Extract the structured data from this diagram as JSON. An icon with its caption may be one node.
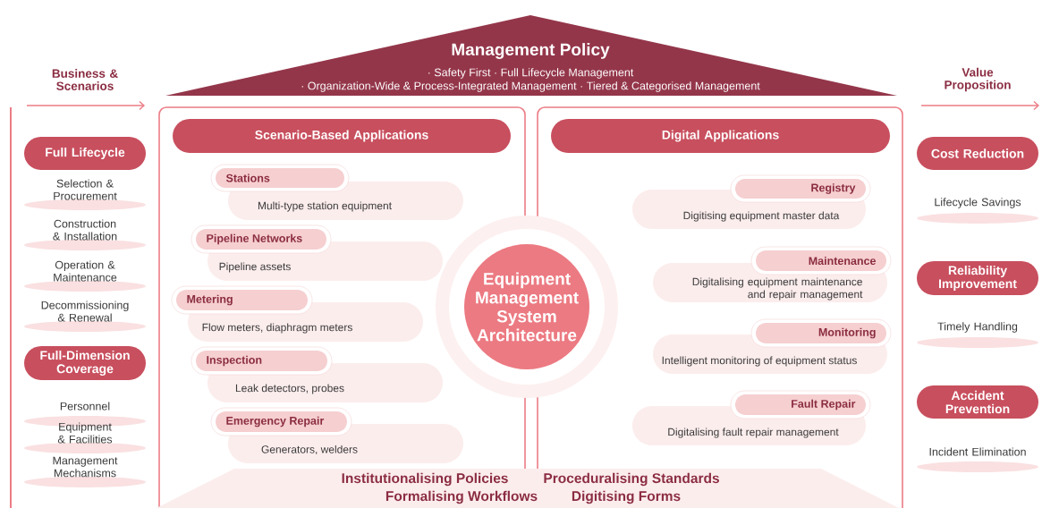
{
  "diagram": {
    "nodes": [
      {
        "text": [
          "Management Policy",
          "· Safety First · Full Lifecycle Management",
          "· Organization-Wide & Process-Integrated Management · Tiered & Categorised Management"
        ]
      },
      {
        "text": [
          "Full Lifecycle"
        ]
      },
      {
        "text": [
          "Full-Dimension Coverage"
        ]
      },
      {
        "text": [
          "Scenario-Based Applications"
        ]
      },
      {
        "text": [
          "Stations",
          "Multi-type station equipment"
        ]
      },
      {
        "text": [
          "Pipeline Networks",
          "Pipeline assets"
        ]
      },
      {
        "text": [
          "Metering",
          "Flow meters, diaphragm meters"
        ]
      },
      {
        "text": [
          "Inspection",
          "Leak detectors, probes"
        ]
      },
      {
        "text": [
          "Emergency Repair",
          "Generators, welders"
        ]
      },
      {
        "text": [
          "Equipment Management System Architecture"
        ]
      },
      {
        "text": [
          "Digital Applications"
        ]
      },
      {
        "text": [
          "Registry",
          "Digitising equipment master data"
        ]
      },
      {
        "text": [
          "Maintenance",
          "Digitalising equipment maintenance and repair management"
        ]
      },
      {
        "text": [
          "Monitoring",
          "Intelligent monitoring of equipment status"
        ]
      },
      {
        "text": [
          "Fault Repair",
          "Digitalising fault repair management"
        ]
      },
      {
        "text": [
          "Cost Reduction"
        ]
      },
      {
        "text": [
          "Reliability Improvement"
        ]
      },
      {
        "text": [
          "Accident Prevention"
        ]
      },
      {
        "text": [
          "Institutionalising Policies",
          "Proceduralising Standards",
          "Formalising Workflows",
          "Digitising Forms"
        ]
      }
    ],
    "labels": [
      "Business & Scenarios",
      "Value Proposition",
      "Selection & Procurement",
      "Construction & Installation",
      "Operation & Maintenance",
      "Decommissioning & Renewal",
      "Personnel",
      "Equipment & Facilities",
      "Management Mechanisms",
      "Lifecycle Savings",
      "Timely Handling",
      "Incident Elimination"
    ]
  }
}
